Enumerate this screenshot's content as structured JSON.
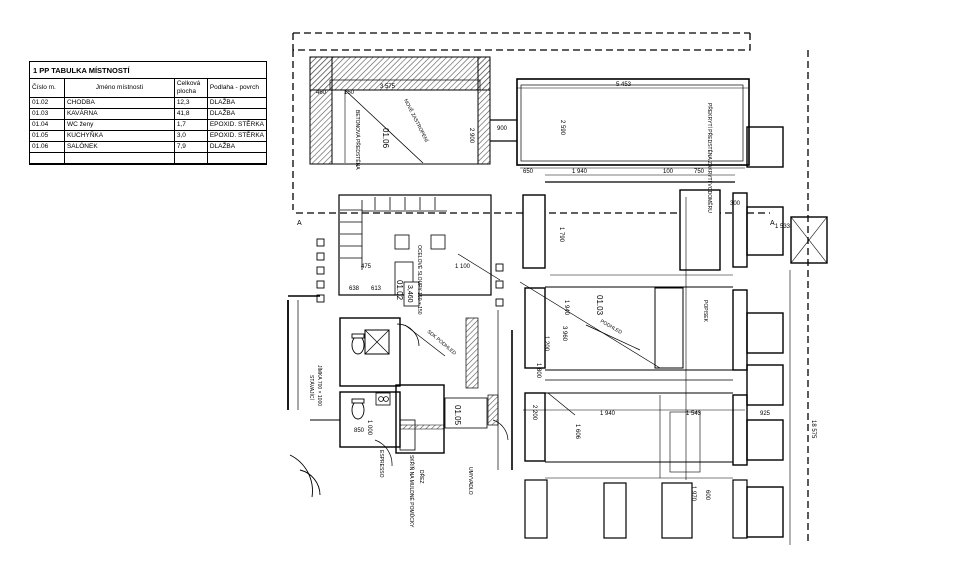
{
  "legend": {
    "title": "1 PP TABULKA MÍSTNOSTÍ",
    "headers": [
      "Číslo m.",
      "Jméno místnosti",
      "Celková plocha",
      "Podlaha - povrch"
    ],
    "rows": [
      [
        "01.02",
        "CHODBA",
        "12,3",
        "DLAŽBA"
      ],
      [
        "01.03",
        "KAVÁRNA",
        "41,8",
        "DLAŽBA"
      ],
      [
        "01.04",
        "WC ženy",
        "1,7",
        "EPOXID. STĚRKA"
      ],
      [
        "01.05",
        "KUCHYŇKA",
        "3,0",
        "EPOXID. STĚRKA"
      ],
      [
        "01.06",
        "SALÓNEK",
        "7,9",
        "DLAŽBA"
      ]
    ]
  },
  "plan": {
    "section_marker": "A",
    "room_labels": {
      "r106": "01.06",
      "r102": "01.02",
      "r103": "01.03",
      "r105": "01.05",
      "area": "3,460"
    },
    "notes": {
      "betonova": "BETONOVÁ PŘEDSTĚNA",
      "nove": "NOVĚ ZASTROPENÍ",
      "prekryti": "PŘEKRYTÍ PŘEDSTĚNA ZAKRYTÍ VODOMĚRU",
      "popisek": "POPISEK",
      "podhled": "PODHLED",
      "oceli": "OCELOVÉ SLOUPY 150 × 150",
      "sdk": "SDK PODHLED",
      "stavajici": "STÁVAJÍCÍ",
      "jimka": "JÍMKA 700 × 1000",
      "drez": "DŘEZ",
      "skrin": "SKŘÍŇ NA MULDNÉ POMŮCKY",
      "umyvadlo": "UMYVADLO",
      "espresso": "ESPRESSO"
    },
    "dims": {
      "d3575": "3 575",
      "d5453": "5 453",
      "d2900": "2 900",
      "d2590": "2 590",
      "d1940": "1 940",
      "d650": "650",
      "d900": "900",
      "d750": "750",
      "d1790": "1 790",
      "d475": "475",
      "d1100": "1 100",
      "d1940b": "1 940",
      "d1940c": "1 940",
      "d1543": "1 543",
      "d925": "925",
      "d1533": "1 533",
      "d18575": "18 575",
      "d600": "600",
      "d1970": "1 970",
      "d100": "100",
      "d1800": "1 800",
      "d1200": "1 200",
      "d2200": "2 200",
      "d150": "150",
      "d850": "850",
      "d460": "460",
      "d300": "300",
      "d638": "638",
      "d613": "613",
      "d1606": "1 606",
      "d3960": "3 960",
      "d1000": "1 000"
    }
  }
}
